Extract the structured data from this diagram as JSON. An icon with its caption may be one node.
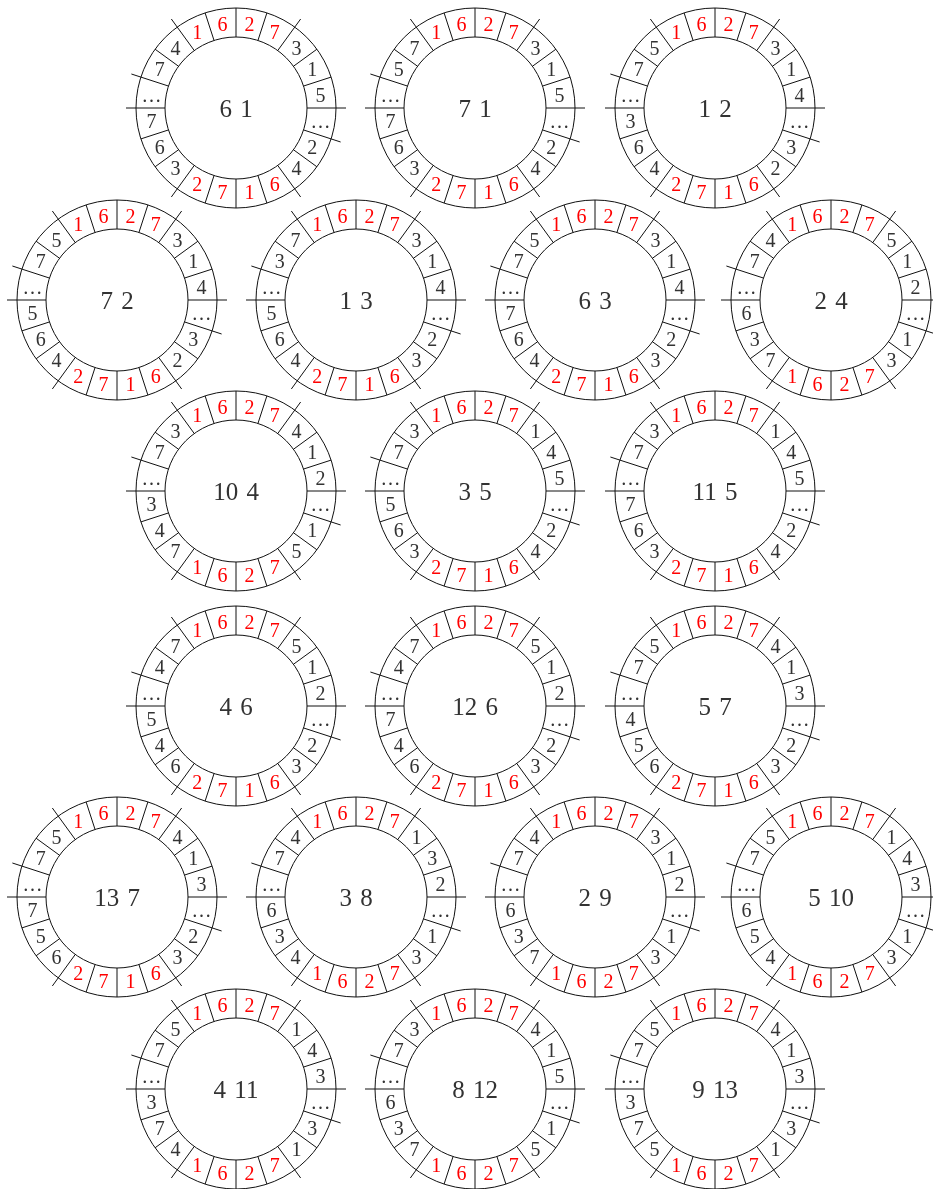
{
  "diagram": {
    "nodes": [
      {
        "text": [
          "6 1",
          "1",
          "6",
          "2",
          "7",
          "3",
          "1",
          "5",
          "…",
          "2",
          "4",
          "6",
          "1",
          "7",
          "2",
          "3",
          "6",
          "7",
          "…",
          "7",
          "4"
        ]
      },
      {
        "text": [
          "7 1",
          "1",
          "6",
          "2",
          "7",
          "3",
          "1",
          "5",
          "…",
          "2",
          "4",
          "6",
          "1",
          "7",
          "2",
          "3",
          "6",
          "7",
          "…",
          "5",
          "7"
        ]
      },
      {
        "text": [
          "1 2",
          "1",
          "6",
          "2",
          "7",
          "3",
          "1",
          "4",
          "…",
          "3",
          "2",
          "6",
          "1",
          "7",
          "2",
          "4",
          "6",
          "3",
          "…",
          "7",
          "5"
        ]
      },
      {
        "text": [
          "7 2",
          "1",
          "6",
          "2",
          "7",
          "3",
          "1",
          "4",
          "…",
          "3",
          "2",
          "6",
          "1",
          "7",
          "2",
          "4",
          "6",
          "5",
          "…",
          "7",
          "5"
        ]
      },
      {
        "text": [
          "1 3",
          "1",
          "6",
          "2",
          "7",
          "3",
          "1",
          "4",
          "…",
          "2",
          "3",
          "6",
          "1",
          "7",
          "2",
          "4",
          "6",
          "5",
          "…",
          "3",
          "7"
        ]
      },
      {
        "text": [
          "6 3",
          "1",
          "6",
          "2",
          "7",
          "3",
          "1",
          "4",
          "…",
          "2",
          "3",
          "6",
          "1",
          "7",
          "2",
          "4",
          "6",
          "7",
          "…",
          "7",
          "5"
        ]
      },
      {
        "text": [
          "2 4",
          "1",
          "6",
          "2",
          "7",
          "5",
          "1",
          "2",
          "…",
          "1",
          "3",
          "7",
          "2",
          "6",
          "1",
          "7",
          "3",
          "6",
          "…",
          "7",
          "4"
        ]
      },
      {
        "text": [
          "10 4",
          "1",
          "6",
          "2",
          "7",
          "4",
          "1",
          "2",
          "…",
          "1",
          "5",
          "7",
          "2",
          "6",
          "1",
          "7",
          "4",
          "3",
          "…",
          "7",
          "3"
        ]
      },
      {
        "text": [
          "3 5",
          "1",
          "6",
          "2",
          "7",
          "1",
          "4",
          "5",
          "…",
          "2",
          "4",
          "6",
          "1",
          "7",
          "2",
          "3",
          "6",
          "5",
          "…",
          "7",
          "3"
        ]
      },
      {
        "text": [
          "11 5",
          "1",
          "6",
          "2",
          "7",
          "1",
          "4",
          "5",
          "…",
          "2",
          "4",
          "6",
          "1",
          "7",
          "2",
          "3",
          "6",
          "7",
          "…",
          "7",
          "3"
        ]
      },
      {
        "text": [
          "4 6",
          "1",
          "6",
          "2",
          "7",
          "5",
          "1",
          "2",
          "…",
          "2",
          "3",
          "6",
          "1",
          "7",
          "2",
          "6",
          "4",
          "5",
          "…",
          "4",
          "7"
        ]
      },
      {
        "text": [
          "12 6",
          "1",
          "6",
          "2",
          "7",
          "5",
          "1",
          "2",
          "…",
          "2",
          "3",
          "6",
          "1",
          "7",
          "2",
          "6",
          "4",
          "7",
          "…",
          "4",
          "7"
        ]
      },
      {
        "text": [
          "5 7",
          "1",
          "6",
          "2",
          "7",
          "4",
          "1",
          "3",
          "…",
          "2",
          "3",
          "6",
          "1",
          "7",
          "2",
          "6",
          "5",
          "4",
          "…",
          "7",
          "5"
        ]
      },
      {
        "text": [
          "13 7",
          "1",
          "6",
          "2",
          "7",
          "4",
          "1",
          "3",
          "…",
          "2",
          "3",
          "6",
          "1",
          "7",
          "2",
          "6",
          "5",
          "7",
          "…",
          "7",
          "5"
        ]
      },
      {
        "text": [
          "3 8",
          "1",
          "6",
          "2",
          "7",
          "1",
          "3",
          "2",
          "…",
          "1",
          "3",
          "7",
          "2",
          "6",
          "1",
          "4",
          "3",
          "6",
          "…",
          "7",
          "4"
        ]
      },
      {
        "text": [
          "2 9",
          "1",
          "6",
          "2",
          "7",
          "3",
          "1",
          "2",
          "…",
          "1",
          "3",
          "7",
          "2",
          "6",
          "1",
          "7",
          "3",
          "6",
          "…",
          "7",
          "4"
        ]
      },
      {
        "text": [
          "5 10",
          "1",
          "6",
          "2",
          "7",
          "1",
          "4",
          "3",
          "…",
          "1",
          "3",
          "7",
          "2",
          "6",
          "1",
          "4",
          "5",
          "6",
          "…",
          "7",
          "5"
        ]
      },
      {
        "text": [
          "4 11",
          "1",
          "6",
          "2",
          "7",
          "1",
          "4",
          "3",
          "…",
          "3",
          "1",
          "7",
          "2",
          "6",
          "1",
          "4",
          "7",
          "3",
          "…",
          "7",
          "5"
        ]
      },
      {
        "text": [
          "8 12",
          "1",
          "6",
          "2",
          "7",
          "4",
          "1",
          "5",
          "…",
          "1",
          "5",
          "7",
          "2",
          "6",
          "1",
          "7",
          "3",
          "6",
          "…",
          "7",
          "3"
        ]
      },
      {
        "text": [
          "9 13",
          "1",
          "6",
          "2",
          "7",
          "4",
          "1",
          "3",
          "…",
          "3",
          "1",
          "7",
          "2",
          "6",
          "1",
          "5",
          "7",
          "3",
          "…",
          "7",
          "5"
        ]
      }
    ]
  }
}
